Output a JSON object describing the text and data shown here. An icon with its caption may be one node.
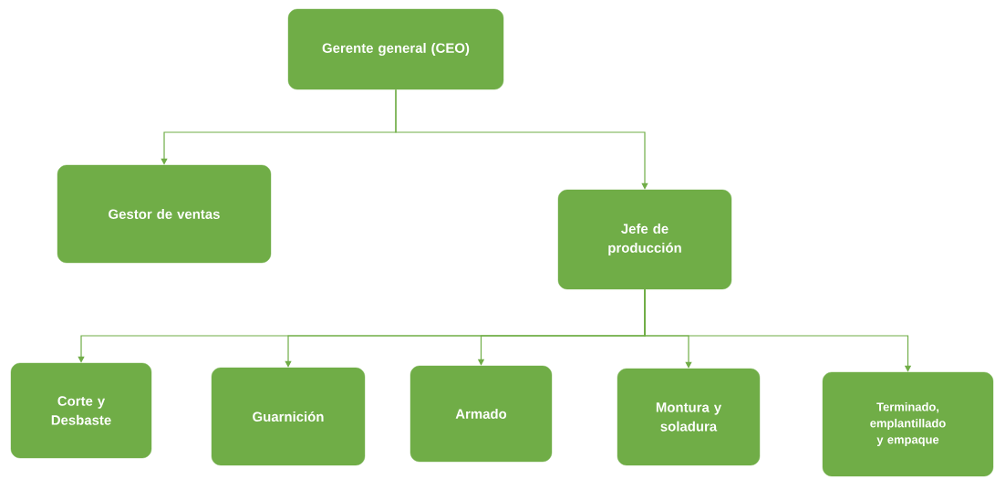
{
  "diagram": {
    "nodes": [
      {
        "text": [
          "Gerente general (CEO)"
        ]
      },
      {
        "text": [
          "Gestor de ventas"
        ]
      },
      {
        "text": [
          "Jefe de producción"
        ]
      },
      {
        "text": [
          "Corte y Desbaste"
        ]
      },
      {
        "text": [
          "Guarnición"
        ]
      },
      {
        "text": [
          "Armado"
        ]
      },
      {
        "text": [
          "Montura y soladura"
        ]
      },
      {
        "text": [
          "Terminado, emplantillado y empaque"
        ]
      }
    ],
    "edges": [
      {
        "from": 0,
        "to": 1,
        "arrow": "to"
      },
      {
        "from": 0,
        "to": 2,
        "arrow": "to"
      },
      {
        "from": 2,
        "to": 3,
        "arrow": "to"
      },
      {
        "from": 2,
        "to": 4,
        "arrow": "to"
      },
      {
        "from": 2,
        "to": 5,
        "arrow": "to"
      },
      {
        "from": 2,
        "to": 6,
        "arrow": "to"
      },
      {
        "from": 2,
        "to": 7,
        "arrow": "to"
      }
    ]
  }
}
